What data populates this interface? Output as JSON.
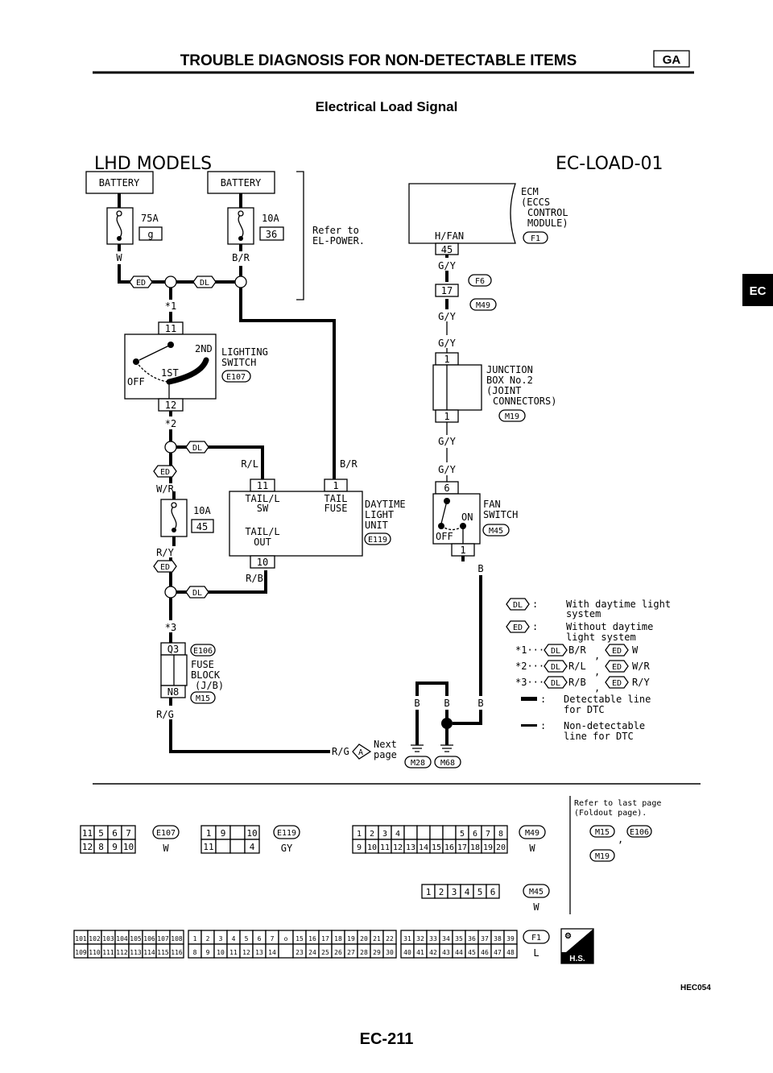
{
  "header": {
    "title": "TROUBLE DIAGNOSIS FOR NON-DETECTABLE ITEMS",
    "badge": "GA",
    "subtitle": "Electrical Load Signal"
  },
  "side_tab": "EC",
  "diagram": {
    "model": "LHD MODELS",
    "code": "EC-LOAD-01",
    "battery": "BATTERY",
    "fuse1": {
      "rating": "75A",
      "number": "g",
      "wire": "W"
    },
    "fuse2": {
      "rating": "10A",
      "number": "36",
      "wire": "B/R"
    },
    "refer": [
      "Refer to",
      "EL-POWER."
    ],
    "ed": "ED",
    "dl": "DL",
    "star1": "*1",
    "star2": "*2",
    "star3": "*3",
    "lighting_switch": {
      "pin_top": "11",
      "pin_bottom": "12",
      "pos_2nd": "2ND",
      "pos_1st": "1ST",
      "pos_off": "OFF",
      "name": [
        "LIGHTING",
        "SWITCH"
      ],
      "connector": "E107"
    },
    "wire_wr": "W/R",
    "fuse3": {
      "rating": "10A",
      "number": "45"
    },
    "wire_ry": "R/Y",
    "fuse_block": {
      "pin_top": "Q3",
      "pin_bottom": "N8",
      "connector_top": "E106",
      "connector_bottom": "M15",
      "name": [
        "FUSE",
        "BLOCK",
        "(J/B)"
      ]
    },
    "wire_rg": "R/G",
    "next_page": {
      "wire": "R/G",
      "marker": "A",
      "label": [
        "Next",
        "page"
      ]
    },
    "daytime_unit": {
      "pin_11": "11",
      "pin_1": "1",
      "pin_10": "10",
      "wire_rl": "R/L",
      "wire_br": "B/R",
      "wire_rb": "R/B",
      "tail_sw": [
        "TAIL/L",
        "SW"
      ],
      "tail_fuse": [
        "TAIL",
        "FUSE"
      ],
      "tail_out": [
        "TAIL/L",
        "OUT"
      ],
      "name": [
        "DAYTIME",
        "LIGHT",
        "UNIT"
      ],
      "connector": "E119"
    },
    "ecm": {
      "pin": "H/FAN",
      "pin_no": "45",
      "name": [
        "ECM",
        "(ECCS",
        "CONTROL",
        "MODULE)"
      ],
      "connector": "F1"
    },
    "gy": "G/Y",
    "joint": {
      "pin": "17",
      "connector_a": "F6",
      "connector_b": "M49"
    },
    "junction_box": {
      "pin_top": "1",
      "pin_bottom": "1",
      "name": [
        "JUNCTION",
        "BOX No.2",
        "(JOINT",
        "CONNECTORS)"
      ],
      "connector": "M19"
    },
    "fan_switch": {
      "pin_top": "6",
      "pin_bottom": "1",
      "pos_on": "ON",
      "pos_off": "OFF",
      "name": [
        "FAN",
        "SWITCH"
      ],
      "connector": "M45"
    },
    "wire_b": "B",
    "grounds": [
      "M28",
      "M68"
    ]
  },
  "legend": {
    "dl": [
      "With daytime light",
      "system"
    ],
    "ed": [
      "Without daytime",
      "light system"
    ],
    "star_rows": [
      {
        "star": "*1···",
        "dl_wire": "B/R",
        "ed_wire": "W"
      },
      {
        "star": "*2···",
        "dl_wire": "R/L",
        "ed_wire": "W/R"
      },
      {
        "star": "*3···",
        "dl_wire": "R/B",
        "ed_wire": "R/Y"
      }
    ],
    "detectable": [
      "Detectable line",
      "for DTC"
    ],
    "non_detectable": [
      "Non-detectable",
      "line for DTC"
    ]
  },
  "connectors": [
    {
      "id": "E107",
      "color": "W",
      "rows": [
        [
          "11",
          "5",
          "6",
          "7"
        ],
        [
          "12",
          "8",
          "9",
          "10"
        ]
      ]
    },
    {
      "id": "E119",
      "color": "GY",
      "rows": [
        [
          "1",
          "9",
          "",
          "10"
        ],
        [
          "11",
          "",
          "",
          "4"
        ]
      ]
    },
    {
      "id": "M49",
      "color": "W",
      "rows": [
        [
          "1",
          "2",
          "3",
          "4",
          "",
          "",
          "",
          "",
          "5",
          "6",
          "7",
          "8"
        ],
        [
          "9",
          "10",
          "11",
          "12",
          "13",
          "14",
          "15",
          "16",
          "17",
          "18",
          "19",
          "20"
        ]
      ]
    },
    {
      "id": "M45",
      "color": "W",
      "rows": [
        [
          "1",
          "2",
          "3",
          "4",
          "5",
          "6"
        ]
      ]
    },
    {
      "id": "F1",
      "color": "L",
      "rows": [
        [
          "101",
          "102",
          "103",
          "104",
          "105",
          "106",
          "107",
          "108",
          "1",
          "2",
          "3",
          "4",
          "5",
          "6",
          "7",
          "o",
          "15",
          "16",
          "17",
          "18",
          "19",
          "20",
          "21",
          "22",
          "31",
          "32",
          "33",
          "34",
          "35",
          "36",
          "37",
          "38",
          "39"
        ],
        [
          "109",
          "110",
          "111",
          "112",
          "113",
          "114",
          "115",
          "116",
          "8",
          "9",
          "10",
          "11",
          "12",
          "13",
          "14",
          "",
          "23",
          "24",
          "25",
          "26",
          "27",
          "28",
          "29",
          "30",
          "40",
          "41",
          "42",
          "43",
          "44",
          "45",
          "46",
          "47",
          "48"
        ]
      ]
    }
  ],
  "refer_last": {
    "text": [
      "Refer to last page",
      "(Foldout page)."
    ],
    "connectors": [
      "M15",
      "E106",
      "M19"
    ]
  },
  "hs_badge": "H.S.",
  "figure_code": "HEC054",
  "page_number": "EC-211"
}
